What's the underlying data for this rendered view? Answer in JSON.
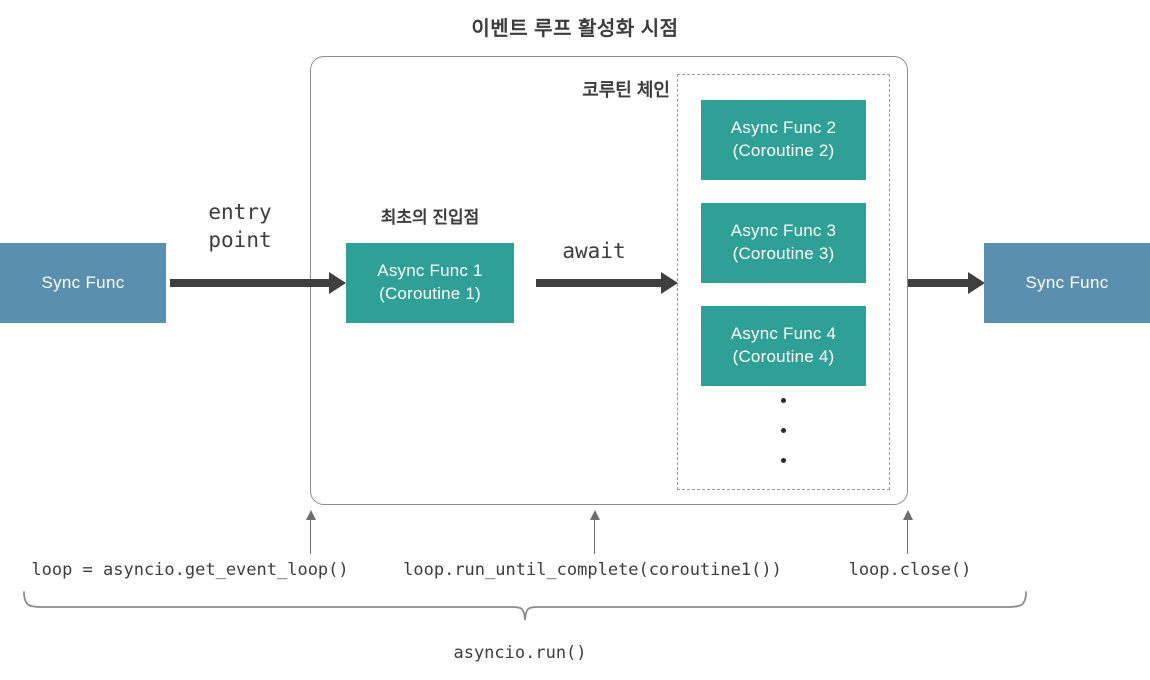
{
  "diagram": {
    "title": "이벤트 루프 활성화 시점",
    "chain_label": "코루틴 체인",
    "entry_label": "최초의 진입점",
    "colors": {
      "sync_box": "#5b8fb0",
      "coroutine_box": "#2fa096",
      "arrow": "#3f3f3f",
      "callout": "#6e6e6e",
      "text": "#3d3d3d"
    }
  },
  "sync_boxes": {
    "left": {
      "label": "Sync Func"
    },
    "right": {
      "label": "Sync Func"
    }
  },
  "coroutines": [
    {
      "title": "Async Func 1",
      "subtitle": "(Coroutine 1)"
    },
    {
      "title": "Async Func 2",
      "subtitle": "(Coroutine 2)"
    },
    {
      "title": "Async Func 3",
      "subtitle": "(Coroutine 3)"
    },
    {
      "title": "Async Func 4",
      "subtitle": "(Coroutine 4)"
    }
  ],
  "annotations": {
    "entry_point_line1": "entry",
    "entry_point_line2": "point",
    "await": "await"
  },
  "code_captions": [
    "loop = asyncio.get_event_loop()",
    "loop.run_until_complete(coroutine1())",
    "loop.close()"
  ],
  "brace_caption": "asyncio.run()"
}
